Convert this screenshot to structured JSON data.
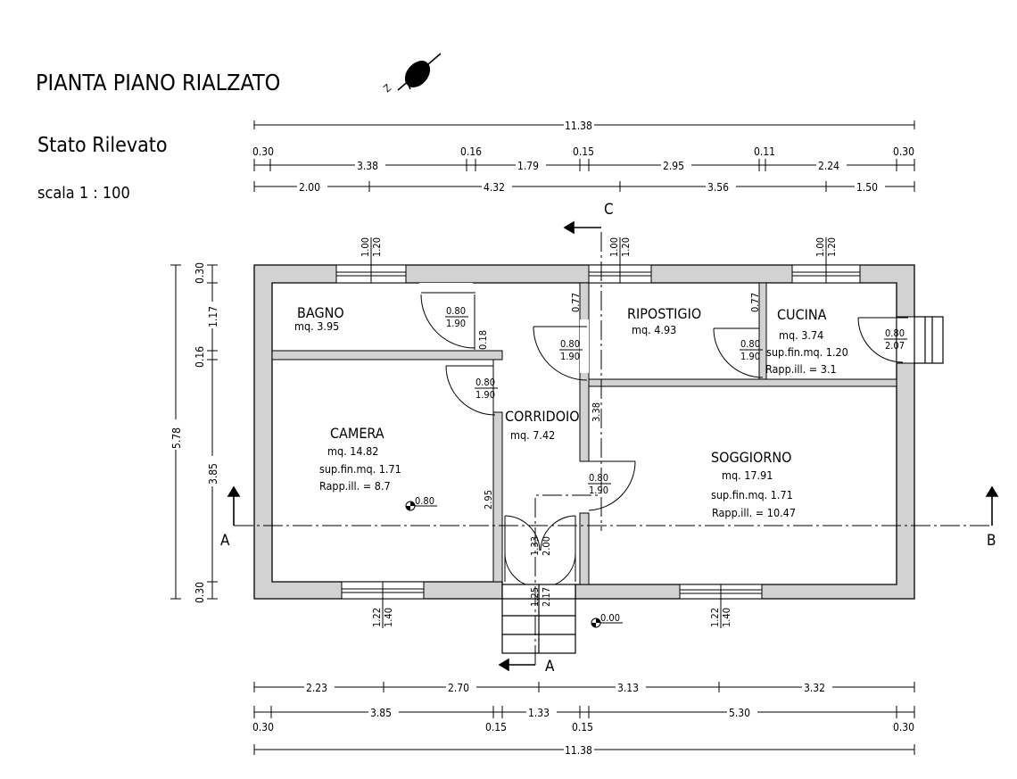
{
  "header": {
    "title": "PIANTA PIANO RIALZATO",
    "subtitle": "Stato Rilevato",
    "scale": "scala 1 : 100"
  },
  "colors": {
    "wall": "#d2d2d2",
    "line": "#000000"
  },
  "top_dimensions": {
    "total": "11.38",
    "row2": [
      "0.30",
      "3.38",
      "0.16",
      "1.79",
      "0.15",
      "2.95",
      "0.11",
      "2.24",
      "0.30"
    ],
    "row3": [
      "2.00",
      "4.32",
      "3.56",
      "1.50"
    ]
  },
  "bottom_dimensions": {
    "row1": [
      "2.23",
      "2.70",
      "3.13",
      "3.32"
    ],
    "row2": [
      "3.85",
      "1.33",
      "5.30"
    ],
    "row2_small": [
      "0.30",
      "0.15",
      "0.15",
      "0.30"
    ],
    "total": "11.38"
  },
  "left_dimensions": {
    "total": "5.78",
    "parts": [
      "0.30",
      "1.17",
      "0.16",
      "3.85",
      "0.30"
    ]
  },
  "rooms": [
    {
      "name": "BAGNO",
      "area": "mq. 3.95"
    },
    {
      "name": "RIPOSTIGIO",
      "area": "mq. 4.93"
    },
    {
      "name": "CUCINA",
      "area": "mq. 3.74",
      "sup": "sup.fin.mq. 1.20",
      "rapp": "Rapp.ill. = 3.1"
    },
    {
      "name": "CAMERA",
      "area": "mq. 14.82",
      "sup": "sup.fin.mq. 1.71",
      "rapp": "Rapp.ill. = 8.7"
    },
    {
      "name": "CORRIDOIO",
      "area": "mq. 7.42"
    },
    {
      "name": "SOGGIORNO",
      "area": "mq. 17.91",
      "sup": "sup.fin.mq. 1.71",
      "rapp": "Rapp.ill. = 10.47"
    }
  ],
  "windows": {
    "top": [
      {
        "w": "1.00",
        "h": "1.20"
      },
      {
        "w": "1.00",
        "h": "1.20"
      },
      {
        "w": "1.00",
        "h": "1.20"
      }
    ],
    "bottom": [
      {
        "w": "1.22",
        "h": "1.40"
      },
      {
        "w": "1.22",
        "h": "1.40"
      }
    ]
  },
  "doors": {
    "bagno": {
      "w": "0.80",
      "h": "1.90"
    },
    "ripostigio": {
      "w": "0.80",
      "h": "1.90"
    },
    "camera": {
      "w": "0.80",
      "h": "1.90"
    },
    "cucina": {
      "w": "0.80",
      "h": "1.90"
    },
    "balcony": {
      "w": "0.80",
      "h": "2.07"
    },
    "soggiorno": {
      "w": "0.80",
      "h": "1.90"
    },
    "entrance": {
      "a": "1.33",
      "b": "2.00"
    },
    "step": {
      "a": "1.25",
      "b": "2.17"
    }
  },
  "wall_labels": [
    "0.18",
    "0.77",
    "0.77",
    "3.38",
    "2.95"
  ],
  "elevations": {
    "camera": "0.80",
    "outside": "0.00"
  },
  "sections": {
    "a": "A",
    "b": "B",
    "c": "C"
  }
}
